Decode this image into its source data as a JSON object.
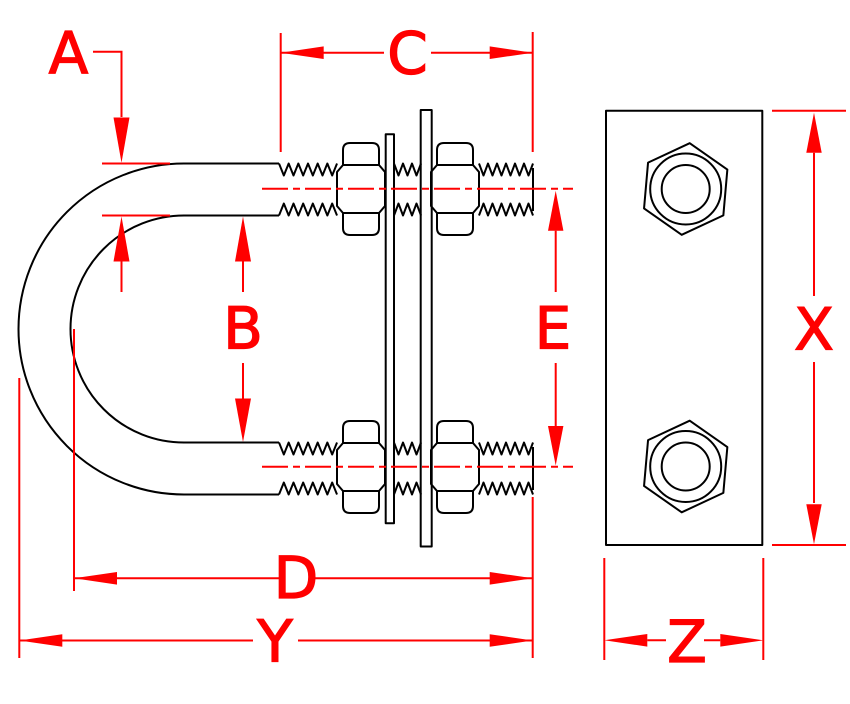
{
  "colors": {
    "background": "#ffffff",
    "part_line": "#000000",
    "dimension": "#ff0000"
  },
  "dimension_labels": {
    "a": "A",
    "b": "B",
    "c": "C",
    "d": "D",
    "e": "E",
    "x": "X",
    "y": "Y",
    "z": "Z"
  }
}
